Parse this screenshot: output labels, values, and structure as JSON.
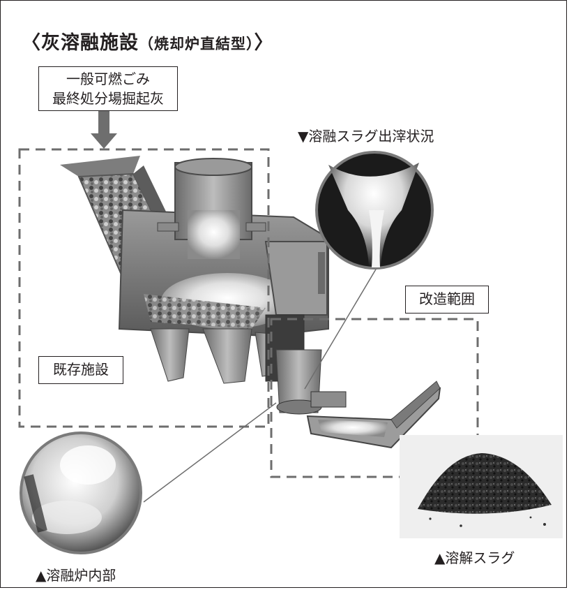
{
  "title": {
    "main": "〈灰溶融施設",
    "sub": "（焼却炉直結型）",
    "close": "〉"
  },
  "input_label": {
    "line1": "一般可燃ごみ",
    "line2": "最終処分場掘起灰"
  },
  "existing_label": "既存施設",
  "modified_label": "改造範囲",
  "slag_discharge_caption": "▼溶融スラグ出滓状況",
  "furnace_interior_caption": "▲溶融炉内部",
  "slag_caption": "▲溶解スラグ",
  "colors": {
    "line": "#231f20",
    "dashed": "#6d6d6d",
    "arrow": "#6e6e6e",
    "metal_dark": "#5a5a5a",
    "metal_light": "#b8b8b8"
  }
}
